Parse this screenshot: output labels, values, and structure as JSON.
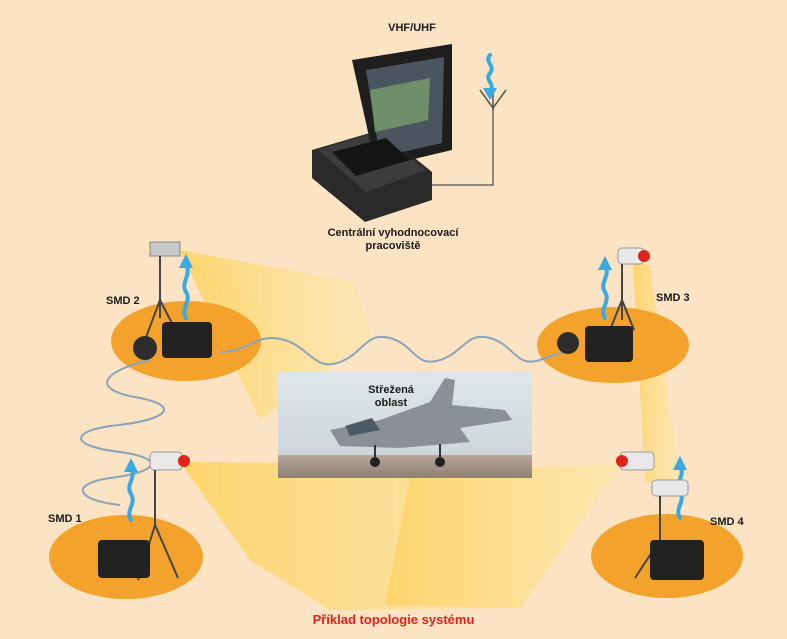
{
  "top_label": "VHF/UHF",
  "central_station": {
    "line1": "Centrální vyhodnocovací",
    "line2": "pracoviště"
  },
  "protected_area": {
    "line1": "Střežená",
    "line2": "oblast"
  },
  "stations": [
    {
      "id": "smd1",
      "label": "SMD 1"
    },
    {
      "id": "smd2",
      "label": "SMD 2"
    },
    {
      "id": "smd3",
      "label": "SMD 3"
    },
    {
      "id": "smd4",
      "label": "SMD 4"
    }
  ],
  "caption": "Příklad topologie systému",
  "colors": {
    "background": "#fbe3c4",
    "zone": "#f3a32c",
    "beam": "#fdd46a",
    "signal": "#39a9e1",
    "caption": "#e2231a"
  }
}
